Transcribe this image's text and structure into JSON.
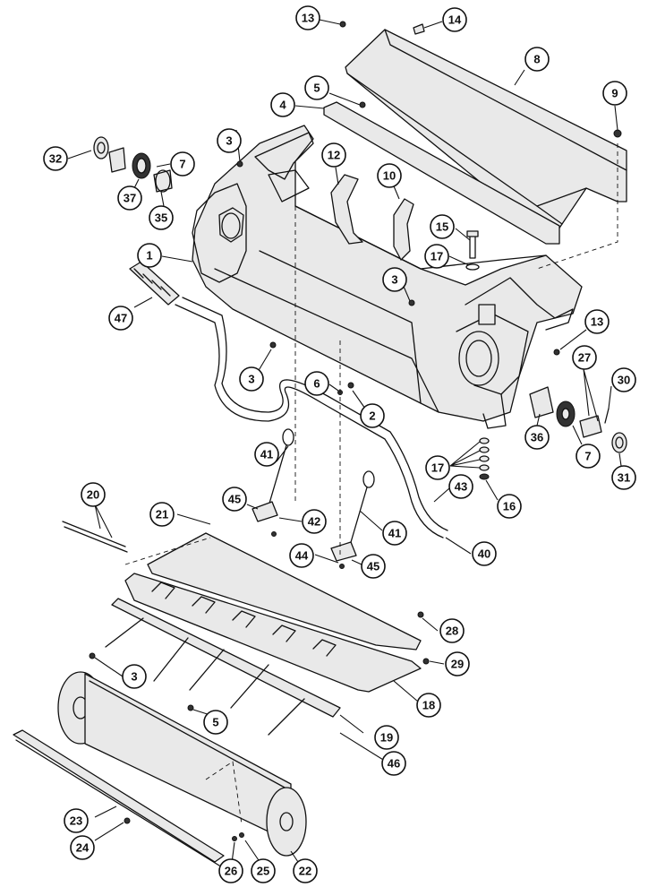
{
  "diagram": {
    "background": "#ffffff",
    "ink": "#111111",
    "callouts": [
      {
        "id": "c13a",
        "label": "13"
      },
      {
        "id": "c14",
        "label": "14"
      },
      {
        "id": "c8",
        "label": "8"
      },
      {
        "id": "c5a",
        "label": "5"
      },
      {
        "id": "c9",
        "label": "9"
      },
      {
        "id": "c4",
        "label": "4"
      },
      {
        "id": "c3a",
        "label": "3"
      },
      {
        "id": "c32",
        "label": "32"
      },
      {
        "id": "c7a",
        "label": "7"
      },
      {
        "id": "c37",
        "label": "37"
      },
      {
        "id": "c35",
        "label": "35"
      },
      {
        "id": "c12",
        "label": "12"
      },
      {
        "id": "c10",
        "label": "10"
      },
      {
        "id": "c15",
        "label": "15"
      },
      {
        "id": "c17a",
        "label": "17"
      },
      {
        "id": "c1",
        "label": "1"
      },
      {
        "id": "c3b",
        "label": "3"
      },
      {
        "id": "c47",
        "label": "47"
      },
      {
        "id": "c13b",
        "label": "13"
      },
      {
        "id": "c3c",
        "label": "3"
      },
      {
        "id": "c27",
        "label": "27"
      },
      {
        "id": "c30",
        "label": "30"
      },
      {
        "id": "c6",
        "label": "6"
      },
      {
        "id": "c2",
        "label": "2"
      },
      {
        "id": "c36",
        "label": "36"
      },
      {
        "id": "c7b",
        "label": "7"
      },
      {
        "id": "c31",
        "label": "31"
      },
      {
        "id": "c41a",
        "label": "41"
      },
      {
        "id": "c17b",
        "label": "17"
      },
      {
        "id": "c43",
        "label": "43"
      },
      {
        "id": "c16",
        "label": "16"
      },
      {
        "id": "c20",
        "label": "20"
      },
      {
        "id": "c45a",
        "label": "45"
      },
      {
        "id": "c42",
        "label": "42"
      },
      {
        "id": "c21",
        "label": "21"
      },
      {
        "id": "c41b",
        "label": "41"
      },
      {
        "id": "c44",
        "label": "44"
      },
      {
        "id": "c45b",
        "label": "45"
      },
      {
        "id": "c40",
        "label": "40"
      },
      {
        "id": "c28",
        "label": "28"
      },
      {
        "id": "c3d",
        "label": "3"
      },
      {
        "id": "c29",
        "label": "29"
      },
      {
        "id": "c18",
        "label": "18"
      },
      {
        "id": "c5b",
        "label": "5"
      },
      {
        "id": "c19",
        "label": "19"
      },
      {
        "id": "c46",
        "label": "46"
      },
      {
        "id": "c23",
        "label": "23"
      },
      {
        "id": "c24",
        "label": "24"
      },
      {
        "id": "c26",
        "label": "26"
      },
      {
        "id": "c25",
        "label": "25"
      },
      {
        "id": "c22",
        "label": "22"
      }
    ]
  }
}
